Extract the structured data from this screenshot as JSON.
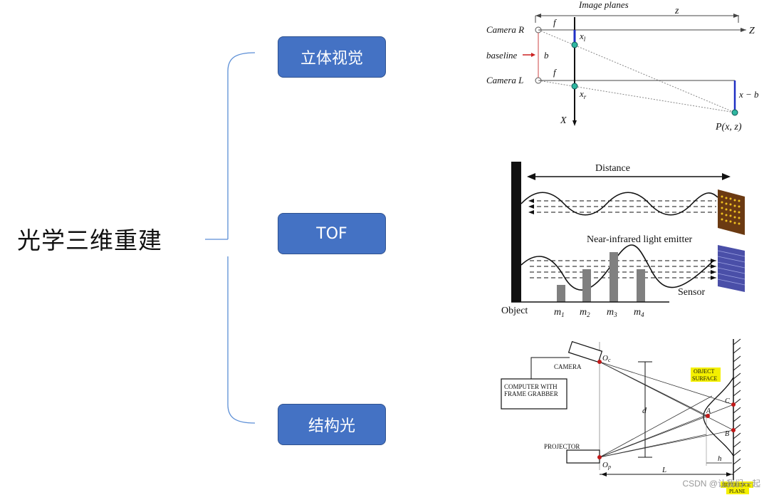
{
  "root": {
    "title": "光学三维重建"
  },
  "branches": [
    {
      "label": "立体视觉"
    },
    {
      "label": "TOF"
    },
    {
      "label": "结构光"
    }
  ],
  "stereo": {
    "image_planes": "Image planes",
    "z": "z",
    "Z": "Z",
    "camera_r": "Camera R",
    "camera_l": "Camera L",
    "baseline": "baseline",
    "b": "b",
    "f": "f",
    "xl": "x",
    "xl_sub": "l",
    "xr": "x",
    "xr_sub": "r",
    "X": "X",
    "x_minus_b": "x − b",
    "p": "P(x, z)"
  },
  "tof": {
    "distance": "Distance",
    "emitter": "Near-infrared light emitter",
    "sensor": "Sensor",
    "object": "Object",
    "m1": "m",
    "m1_sub": "1",
    "m2": "m",
    "m2_sub": "2",
    "m3": "m",
    "m3_sub": "3",
    "m4": "m",
    "m4_sub": "4"
  },
  "structured": {
    "camera": "CAMERA",
    "computer_line1": "COMPUTER WITH",
    "computer_line2": "FRAME GRABBER",
    "projector": "PROJECTOR",
    "oc": "O",
    "oc_sub": "c",
    "op": "O",
    "op_sub": "p",
    "d": "d",
    "L": "L",
    "h": "h",
    "A": "A",
    "B": "B",
    "C": "C",
    "object_surface_1": "OBJECT",
    "object_surface_2": "SURFACE",
    "reference_plane_1": "REFERENCE",
    "reference_plane_2": "PLANE"
  },
  "watermark": "CSDN @让我们一起"
}
